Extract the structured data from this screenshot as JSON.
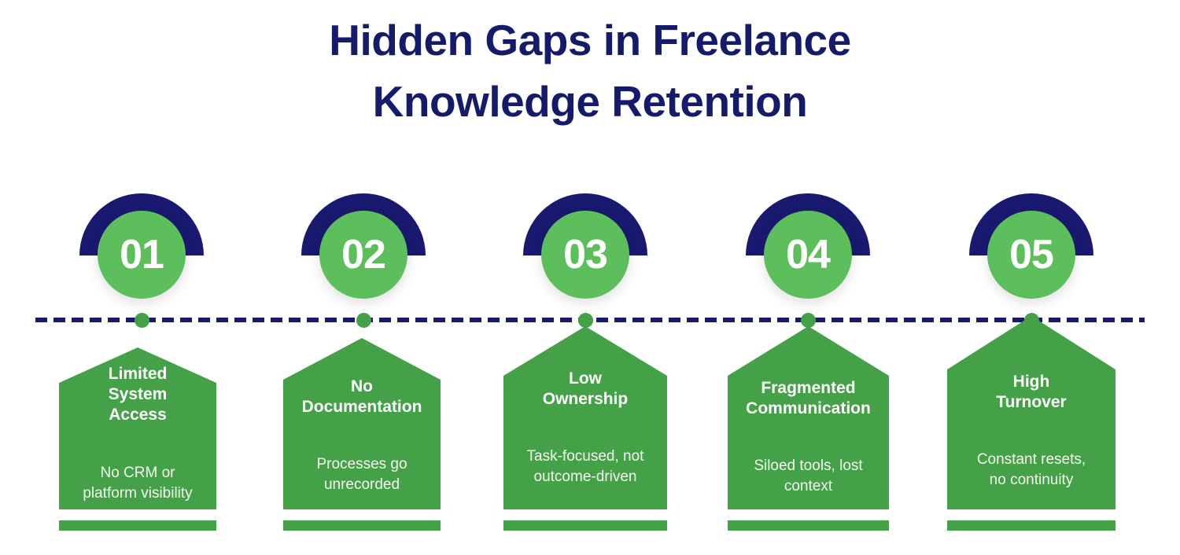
{
  "title": {
    "line1": "Hidden Gaps in Freelance",
    "line2": "Knowledge Retention"
  },
  "colors": {
    "navy": "#191970",
    "title_navy": "#151b6b",
    "card_green": "#45a147",
    "circle_green": "#5cbf5c",
    "background": "#ffffff",
    "card_text": "#ffffff"
  },
  "timeline": {
    "axis_style": "dashed",
    "axis_color": "#191970",
    "dot_color": "#45a147"
  },
  "steps": [
    {
      "number": "01",
      "title": "Limited System Access",
      "title_lines": [
        "Limited",
        "System",
        "Access"
      ],
      "description": "No CRM or platform visibility",
      "description_lines": [
        "No CRM or",
        "platform visibility"
      ]
    },
    {
      "number": "02",
      "title": "No Documentation",
      "title_lines": [
        "No",
        "Documentation"
      ],
      "description": "Processes go unrecorded",
      "description_lines": [
        "Processes go",
        "unrecorded"
      ]
    },
    {
      "number": "03",
      "title": "Low Ownership",
      "title_lines": [
        "Low",
        "Ownership"
      ],
      "description": "Task-focused, not outcome-driven",
      "description_lines": [
        "Task-focused, not",
        "outcome-driven"
      ]
    },
    {
      "number": "04",
      "title": "Fragmented Communication",
      "title_lines": [
        "Fragmented",
        "Communication"
      ],
      "description": "Siloed tools, lost context",
      "description_lines": [
        "Siloed tools, lost",
        "context"
      ]
    },
    {
      "number": "05",
      "title": "High Turnover",
      "title_lines": [
        "High",
        "Turnover"
      ],
      "description": "Constant resets, no continuity",
      "description_lines": [
        "Constant resets,",
        "no continuity"
      ]
    }
  ]
}
